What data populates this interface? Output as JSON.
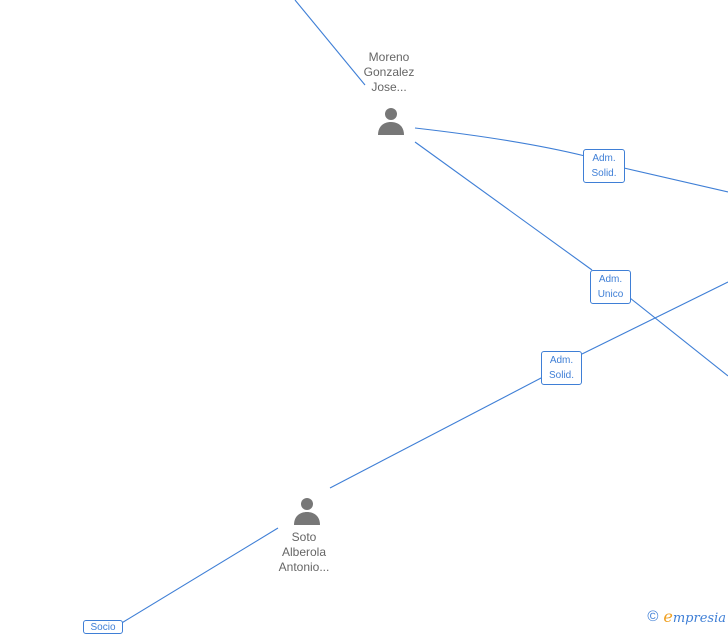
{
  "nodes": [
    {
      "id": "moreno",
      "lines": [
        "Moreno",
        "Gonzalez",
        "Jose..."
      ],
      "icon": "person-icon"
    },
    {
      "id": "soto",
      "lines": [
        "Soto",
        "Alberola",
        "Antonio..."
      ],
      "icon": "person-icon"
    }
  ],
  "roles": [
    {
      "lines": [
        "Adm.",
        "Solid."
      ]
    },
    {
      "lines": [
        "Adm.",
        "Unico"
      ]
    },
    {
      "lines": [
        "Adm.",
        "Solid."
      ]
    },
    {
      "lines": [
        "Socio"
      ]
    }
  ],
  "footer": {
    "copyright": "©",
    "brand_initial": "e",
    "brand_rest": "mpresia"
  },
  "colors": {
    "edge": "#3f7fd6",
    "icon": "#777777",
    "label": "#666666",
    "brand_accent": "#f0a020"
  }
}
